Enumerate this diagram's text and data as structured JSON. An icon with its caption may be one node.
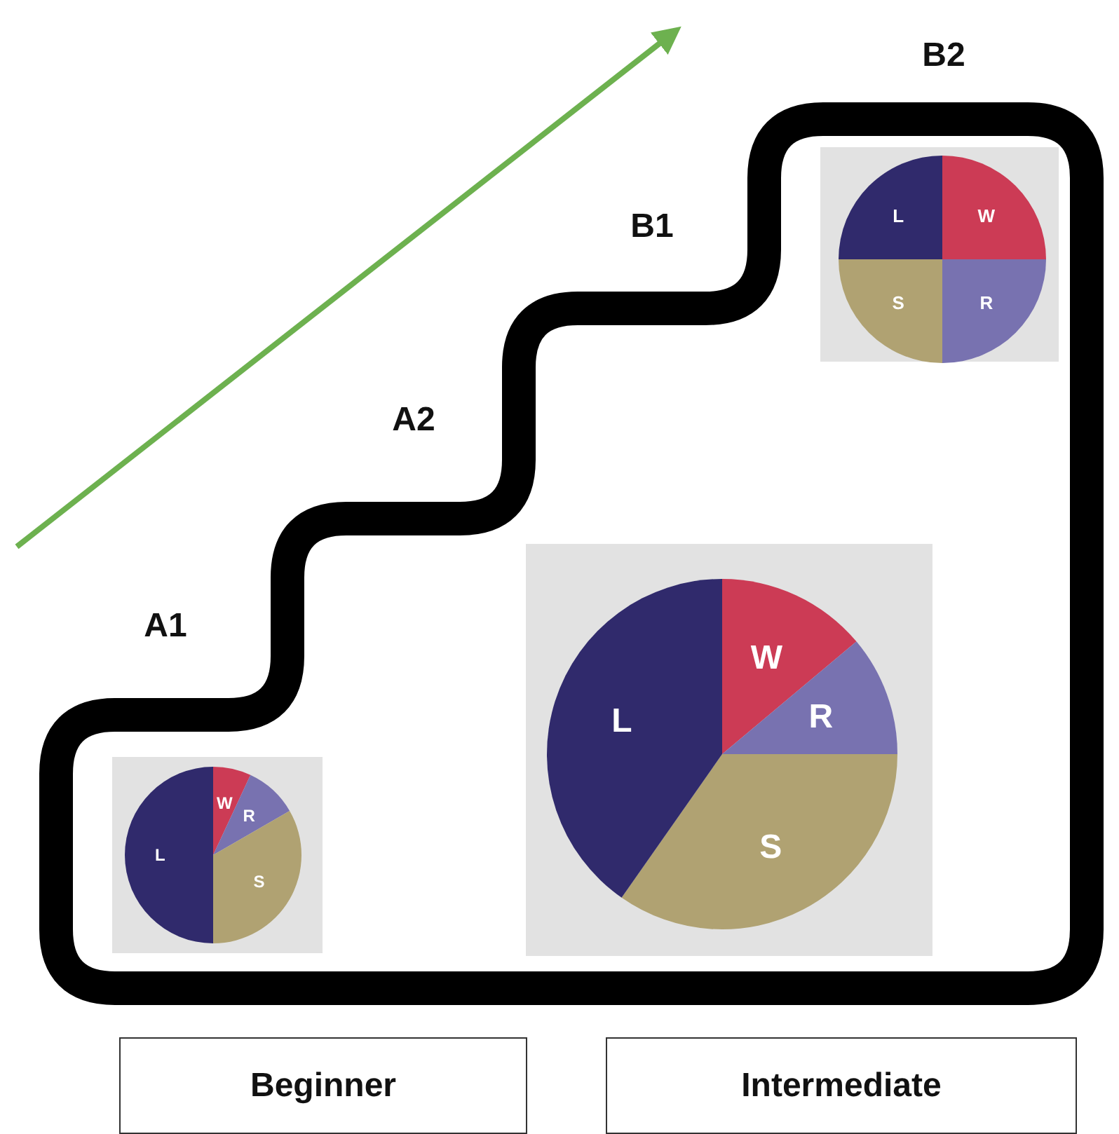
{
  "diagram": {
    "nodes": [
      {
        "text": [
          "Beginner"
        ]
      },
      {
        "text": [
          "Intermediate"
        ]
      }
    ],
    "labels": [
      "B2",
      "B1",
      "L",
      "W",
      "S",
      "R",
      "A2",
      "W",
      "R",
      "L",
      "S",
      "A1",
      "W",
      "R",
      "L",
      "S"
    ]
  }
}
